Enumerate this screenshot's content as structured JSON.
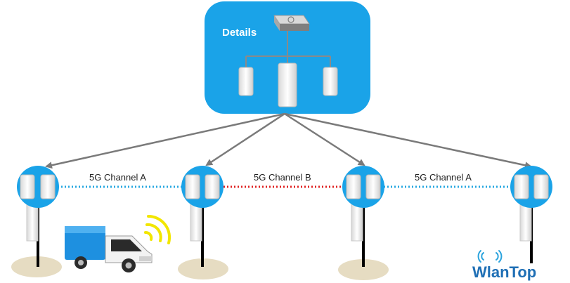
{
  "hub": {
    "title": "Details"
  },
  "links": [
    {
      "label": "5G Channel A",
      "color": "#29a9e1"
    },
    {
      "label": "5G Channel B",
      "color": "#e02424"
    },
    {
      "label": "5G Channel A",
      "color": "#29a9e1"
    }
  ],
  "brand": {
    "name": "WlanTop",
    "color_primary": "#1f6fb5",
    "color_secondary": "#2aa3dd"
  },
  "colors": {
    "hub_bg": "#1aa3e8",
    "arrow": "#808080",
    "pole": "#000000",
    "ground": "#e6dcc2",
    "truck_body": "#1e90e0",
    "signal": "#f2e600"
  }
}
